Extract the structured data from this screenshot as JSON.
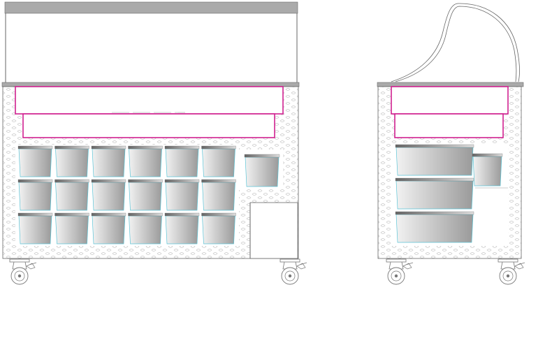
{
  "drawing": {
    "views": [
      {
        "id": "front-view",
        "tub_rows": 3,
        "tub_columns": 6,
        "side_tubs": 1,
        "casters": 2
      },
      {
        "id": "side-view",
        "tub_rows": 3,
        "tub_columns": 1,
        "side_tubs": 1,
        "casters": 2
      }
    ],
    "colors": {
      "frame_top": "#aaaaaa",
      "outline": "#666666",
      "accent": "#d0218f",
      "tub_light": "#f2f2f2",
      "tub_dark": "#9a9a9a",
      "tub_edge": "#5bc4d6",
      "panel_texture": "#c8c8c8",
      "caster": "#777777"
    }
  }
}
